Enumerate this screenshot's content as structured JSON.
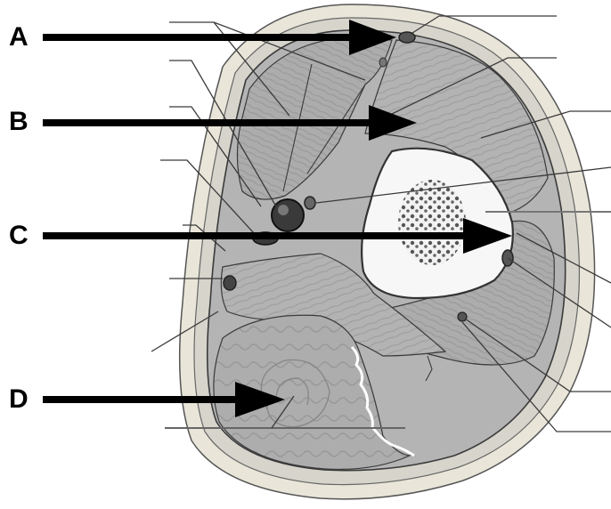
{
  "labels": {
    "a": "A",
    "b": "B",
    "c": "C",
    "d": "D"
  },
  "colors": {
    "skin": "#e6e3d6",
    "fat": "#d2d0c6",
    "muscle": "#a9a9a9",
    "muscle_light": "#bdbdbd",
    "bone": "#f4f4f4",
    "outline": "#444444",
    "leader": "#3a3a3a",
    "arrow": "#000000"
  }
}
